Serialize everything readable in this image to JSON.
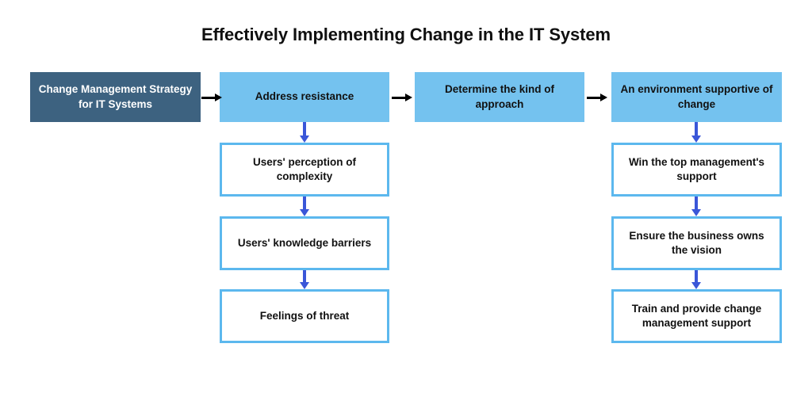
{
  "diagram": {
    "title": "Effectively Implementing Change in the IT System",
    "colors": {
      "dark_box": "#3d6280",
      "solid_box": "#74c2ef",
      "outline_border": "#5cb8ee",
      "outline_fill": "#ffffff",
      "horizontal_arrow": "#000000",
      "vertical_arrow": "#3a56d8",
      "title_text": "#101010"
    },
    "start_node": {
      "label": "Change Management Strategy for IT Systems",
      "style": "dark"
    },
    "stages": [
      {
        "id": "address-resistance",
        "label": "Address resistance",
        "style": "solid",
        "children": [
          {
            "id": "users-perception-of-complexity",
            "label": "Users' perception of complexity",
            "style": "outline"
          },
          {
            "id": "users-knowledge-barriers",
            "label": "Users' knowledge barriers",
            "style": "outline"
          },
          {
            "id": "feelings-of-threat",
            "label": "Feelings of threat",
            "style": "outline"
          }
        ]
      },
      {
        "id": "determine-the-kind-of-approach",
        "label": "Determine the kind of approach",
        "style": "solid",
        "children": []
      },
      {
        "id": "an-environment-supportive-of-change",
        "label": "An environment supportive of change",
        "style": "solid",
        "children": [
          {
            "id": "win-the-top-managements-support",
            "label": "Win the top management's support",
            "style": "outline"
          },
          {
            "id": "ensure-the-business-owns-the-vision",
            "label": "Ensure the business owns the vision",
            "style": "outline"
          },
          {
            "id": "train-and-provide-change-management-support",
            "label": "Train and provide change management support",
            "style": "outline"
          }
        ]
      }
    ],
    "connectors": {
      "horizontal": [
        {
          "from": "start_node",
          "to": "address-resistance",
          "direction": "right"
        },
        {
          "from": "address-resistance",
          "to": "determine-the-kind-of-approach",
          "direction": "right"
        },
        {
          "from": "determine-the-kind-of-approach",
          "to": "an-environment-supportive-of-change",
          "direction": "right"
        }
      ],
      "vertical": [
        {
          "from": "address-resistance",
          "to": "users-perception-of-complexity",
          "direction": "down"
        },
        {
          "from": "users-perception-of-complexity",
          "to": "users-knowledge-barriers",
          "direction": "down"
        },
        {
          "from": "users-knowledge-barriers",
          "to": "feelings-of-threat",
          "direction": "down"
        },
        {
          "from": "an-environment-supportive-of-change",
          "to": "win-the-top-managements-support",
          "direction": "down"
        },
        {
          "from": "win-the-top-managements-support",
          "to": "ensure-the-business-owns-the-vision",
          "direction": "down"
        },
        {
          "from": "ensure-the-business-owns-the-vision",
          "to": "train-and-provide-change-management-support",
          "direction": "down"
        }
      ]
    }
  }
}
